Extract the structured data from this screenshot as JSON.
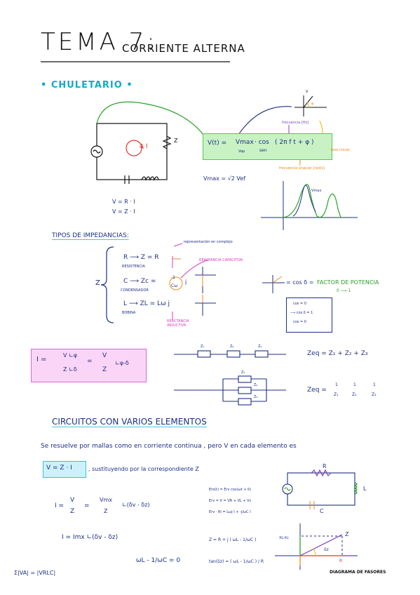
{
  "header": {
    "title": "TEMA 7:",
    "subtitle": "CORRIENTE ALTERNA",
    "cheatsheet": "• CHULETARIO •"
  },
  "circuit1": {
    "z_label": "Z",
    "i_label": "I",
    "v_eq1": "V = R · I",
    "v_eq2": "V = Z · I"
  },
  "signal": {
    "formula_v": "V(t) =",
    "formula_vmax": "Vmax",
    "formula_vap": "Vap",
    "formula_cos": "· cos",
    "formula_sen": "sen",
    "formula_arg": "( 2π f t + φ )",
    "freq_label": "frecuencia [Hz]",
    "phase_label": "fase inicial",
    "angfreq_label": "frecuencia angular [rad/s]",
    "vmax_relation": "Vmax = √2 Vef",
    "graph_label": "Vmax",
    "phasor_v": "V",
    "phasor_phi": "φ"
  },
  "impedances": {
    "title": "TIPOS DE IMPEDANCIAS:",
    "z_label": "Z",
    "r_row": "R ⟶ Z = R",
    "r_sub": "RESISTENCIA",
    "r_note": "representación en complejo",
    "c_row_a": "C ⟶ Zc =",
    "c_row_num": "-1",
    "c_row_den": "Cω",
    "c_row_b": "j",
    "c_sub": "CONDENSADOR",
    "c_note": "REACTANCIA CAPACITIVA",
    "l_row": "L ⟶ ZL = Lω j",
    "l_sub": "BOBINA",
    "l_note": "REACTANCIA INDUCTIVA",
    "pf_formula": "= cos δ =",
    "pf_label": "FACTOR DE POTENCIA",
    "pf_range": "0 ⟶ 1",
    "pf_lines": [
      "cos = 0",
      "⟶ cos δ = 1",
      "cos = 0"
    ]
  },
  "ohm": {
    "i_left": "I =",
    "v_phi": "V ∟φ",
    "z_delta": "Z ∟δ",
    "eq": "=",
    "v": "V",
    "z": "Z",
    "angle": "∟φ-δ"
  },
  "series": {
    "z1": "Z₁",
    "z2": "Z₂",
    "z3": "Z₃",
    "formula": "Zeq = Z₁ + Z₂ + Z₃"
  },
  "parallel": {
    "z1": "Z₁",
    "z2": "Z₂",
    "z3": "Z₃",
    "label": "Zeq =",
    "terms": [
      "1",
      "Z₁",
      "1",
      "Z₂",
      "1",
      "Z₃"
    ]
  },
  "multi": {
    "title": "CIRCUITOS CON VARIOS ELEMENTOS",
    "line1": "Se resuelve por mallas como en corriente continua , pero V en cada elemento es",
    "boxed": "V = Z · I",
    "line2": ", sustituyendo por la correspondiente Z",
    "i_eq_a": "I =",
    "i_eq_v": "V",
    "i_eq_z": "Z",
    "i_eq_eq": "=",
    "i_eq_vmx": "Vmx",
    "i_eq_zb": "Z",
    "i_eq_ang": "∟(δv - δz)",
    "i_eq2": "I = Imx ∟(δv - δz)",
    "zeq": "Z = R + j ( ωL - 1/ωC )",
    "tan_eq": "tan(δz) = ( ωL - 1/ωC ) / R",
    "wl_eq": "ωL - 1/ωC = 0",
    "abs_eq": "Σ|VA| = |VRLC|",
    "eq_a": "Ero(t) = Erv cos(ωt + δ)",
    "eq_b": "Erv = V = VR + VL + Vc",
    "eq_c": "Erv · RI = Lωj I + -j/ωC I",
    "r_lbl": "R",
    "l_lbl": "L",
    "c_lbl": "C",
    "phasor_z": "Z",
    "phasor_r": "R",
    "phasor_delta": "δz",
    "phasor_x": "XL-Xc",
    "phasor_label": "DIAGRAMA DE FASORES"
  }
}
